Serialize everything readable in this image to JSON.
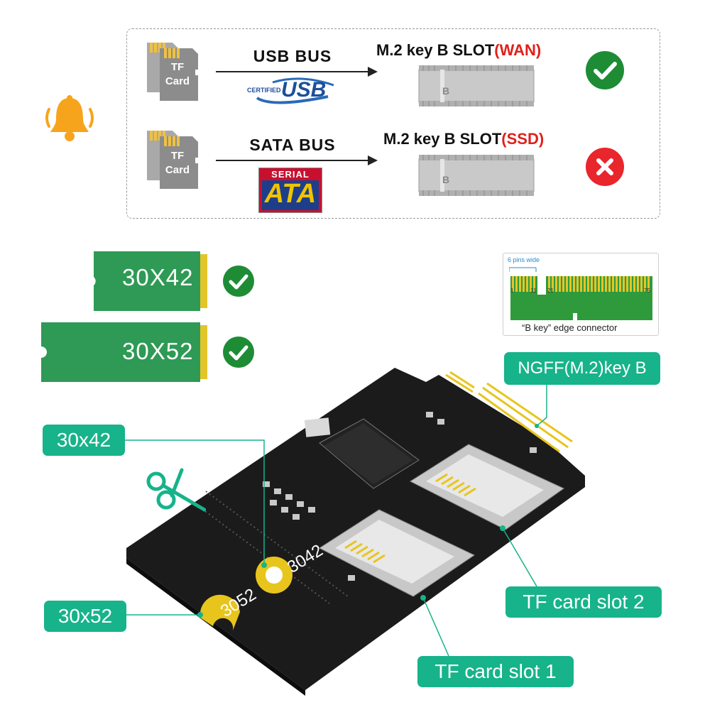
{
  "compatibility": {
    "rows": [
      {
        "card_label_line1": "TF",
        "card_label_line2": "Card",
        "bus_label": "USB  BUS",
        "bus_logo": {
          "small_text": "CERTIFIED",
          "big_text": "USB"
        },
        "slot_title_main": "M.2 key B SLOT",
        "slot_title_highlight": "(WAN)",
        "slot_letter": "B",
        "status": "supported",
        "status_icon": "check-icon"
      },
      {
        "card_label_line1": "TF",
        "card_label_line2": "Card",
        "bus_label": "SATA  BUS",
        "bus_logo": {
          "small_text": "SERIAL",
          "big_text": "ATA"
        },
        "slot_title_main": "M.2 key B SLOT",
        "slot_title_highlight": "(SSD)",
        "slot_letter": "B",
        "status": "not-supported",
        "status_icon": "cross-icon"
      }
    ]
  },
  "sizes": [
    {
      "label": "30X42",
      "status": "supported"
    },
    {
      "label": "30X52",
      "status": "supported"
    }
  ],
  "bkey_diagram": {
    "pins_wide_label": "6 pins wide",
    "pin_numbers": [
      "1",
      "11",
      "21",
      "75"
    ],
    "caption": "“B key” edge connector"
  },
  "callouts": {
    "ngff": "NGFF(M.2)key B",
    "hole_3042": "30x42",
    "hole_3052": "30x52",
    "slot2": "TF card slot 2",
    "slot1": "TF card slot 1"
  },
  "pcb": {
    "mark_3042": "3042",
    "mark_3052": "3052"
  },
  "colors": {
    "accent_green": "#17b38a",
    "check_green": "#1e8c35",
    "cross_red": "#e8262c",
    "bell_orange": "#f7a41d",
    "gold": "#e8c51d"
  }
}
